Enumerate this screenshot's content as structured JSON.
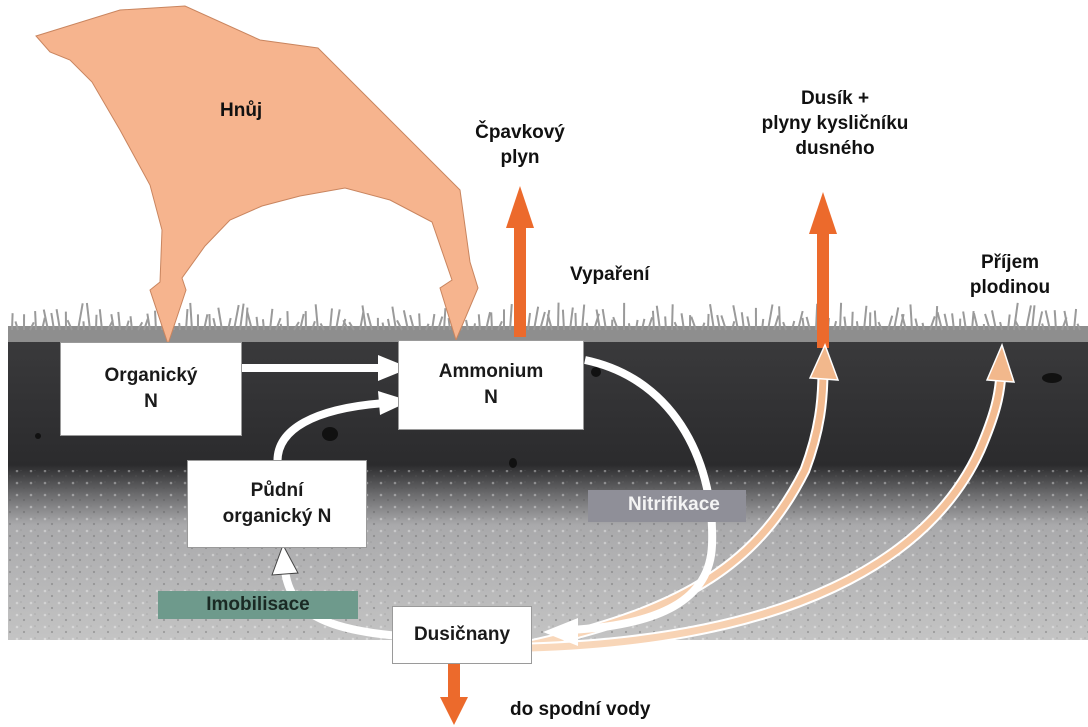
{
  "colors": {
    "manure": "#f6b48e",
    "arrow_orange": "#ec6a2c",
    "arrow_peach": "#f7c9a4",
    "soil_dark": "#2f2f31",
    "soil_light": "#b8b8b8",
    "imobilisace_bg": "#6e9a8c",
    "nitrifikace_bg": "#8f8f98"
  },
  "labels": {
    "hnuj": "Hnůj",
    "cpavkovy": [
      "Čpavkový",
      "plyn"
    ],
    "vyspareni": "Vypaření",
    "dusik": [
      "Dusík +",
      "plyny kysličníku",
      "dusného"
    ],
    "prijem": [
      "Příjem",
      "plodinou"
    ],
    "do_spodni_vody": "do spodní vody"
  },
  "boxes": {
    "organicky": [
      "Organický",
      "N"
    ],
    "ammonium": [
      "Ammonium",
      "N"
    ],
    "pudni": [
      "Půdní",
      "organický N"
    ],
    "dusicnany": "Dusičnany"
  },
  "tags": {
    "nitrifikace": "Nitrifikace",
    "imobilisace": "Imobilisace"
  }
}
